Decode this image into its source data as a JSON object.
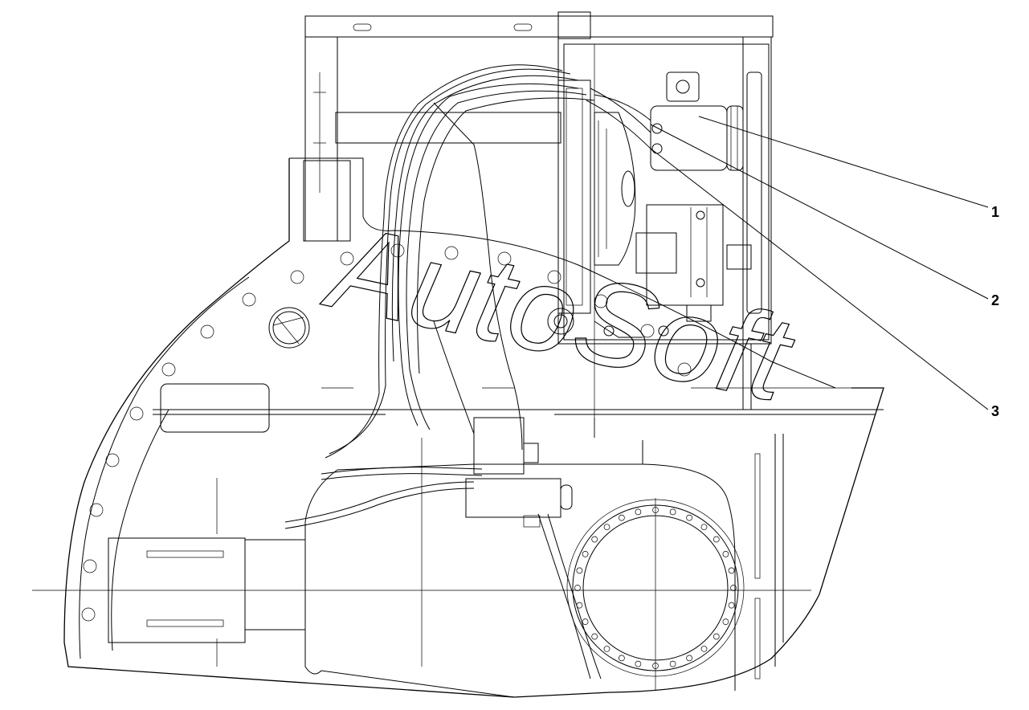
{
  "watermark": "AutoSoft",
  "callouts": [
    {
      "id": "1",
      "label": "1"
    },
    {
      "id": "2",
      "label": "2"
    },
    {
      "id": "3",
      "label": "3"
    }
  ]
}
